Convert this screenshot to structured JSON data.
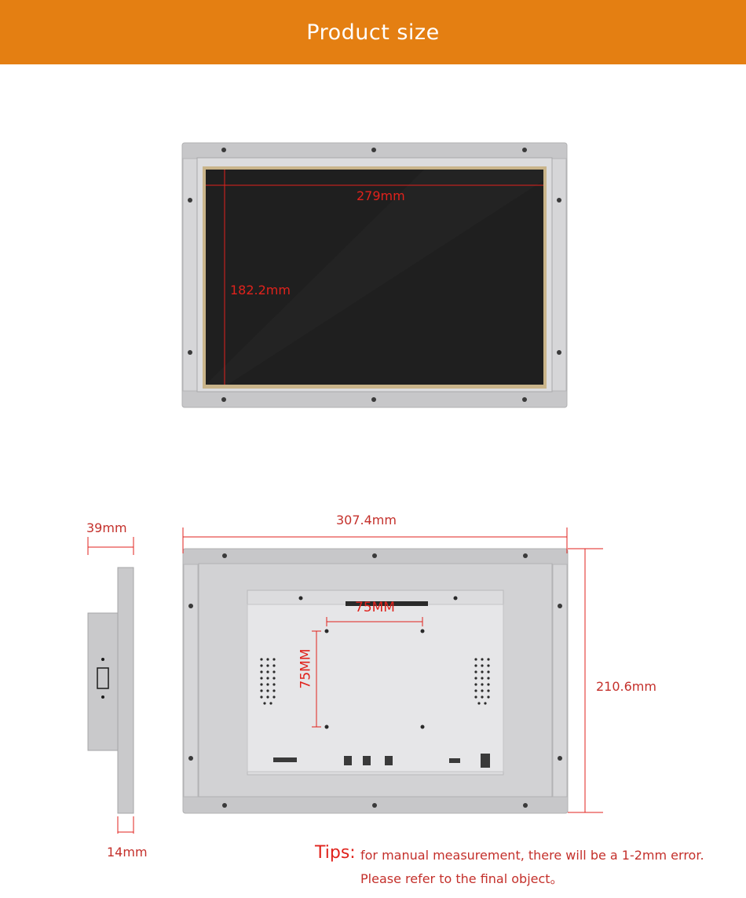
{
  "header": {
    "title": "Product size"
  },
  "front_view": {
    "width_label": "279mm",
    "height_label": "182.2mm"
  },
  "side_view": {
    "depth_label": "39mm",
    "bezel_label": "14mm"
  },
  "back_view": {
    "width_label": "307.4mm",
    "height_label": "210.6mm",
    "vesa_h_label": "75MM",
    "vesa_v_label": "75MM"
  },
  "tips": {
    "label": "Tips:",
    "line1": "for manual measurement, there will be a 1-2mm error.",
    "line2": "Please refer to the final object。"
  },
  "colors": {
    "banner": "#e47f12",
    "dimension": "#e0221c",
    "frame": "#c9c9cb",
    "screen": "#1e1e1e"
  }
}
